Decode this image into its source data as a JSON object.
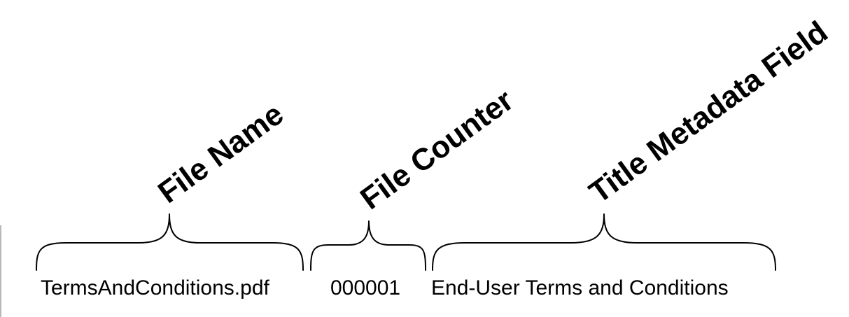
{
  "segments": [
    {
      "label": "File Name",
      "text": "TermsAndConditions.pdf"
    },
    {
      "label": "File Counter",
      "text": "000001"
    },
    {
      "label": "Title Metadata Field",
      "text": "End-User Terms and Conditions"
    }
  ],
  "colors": {
    "text": "#000000",
    "background": "#ffffff"
  }
}
